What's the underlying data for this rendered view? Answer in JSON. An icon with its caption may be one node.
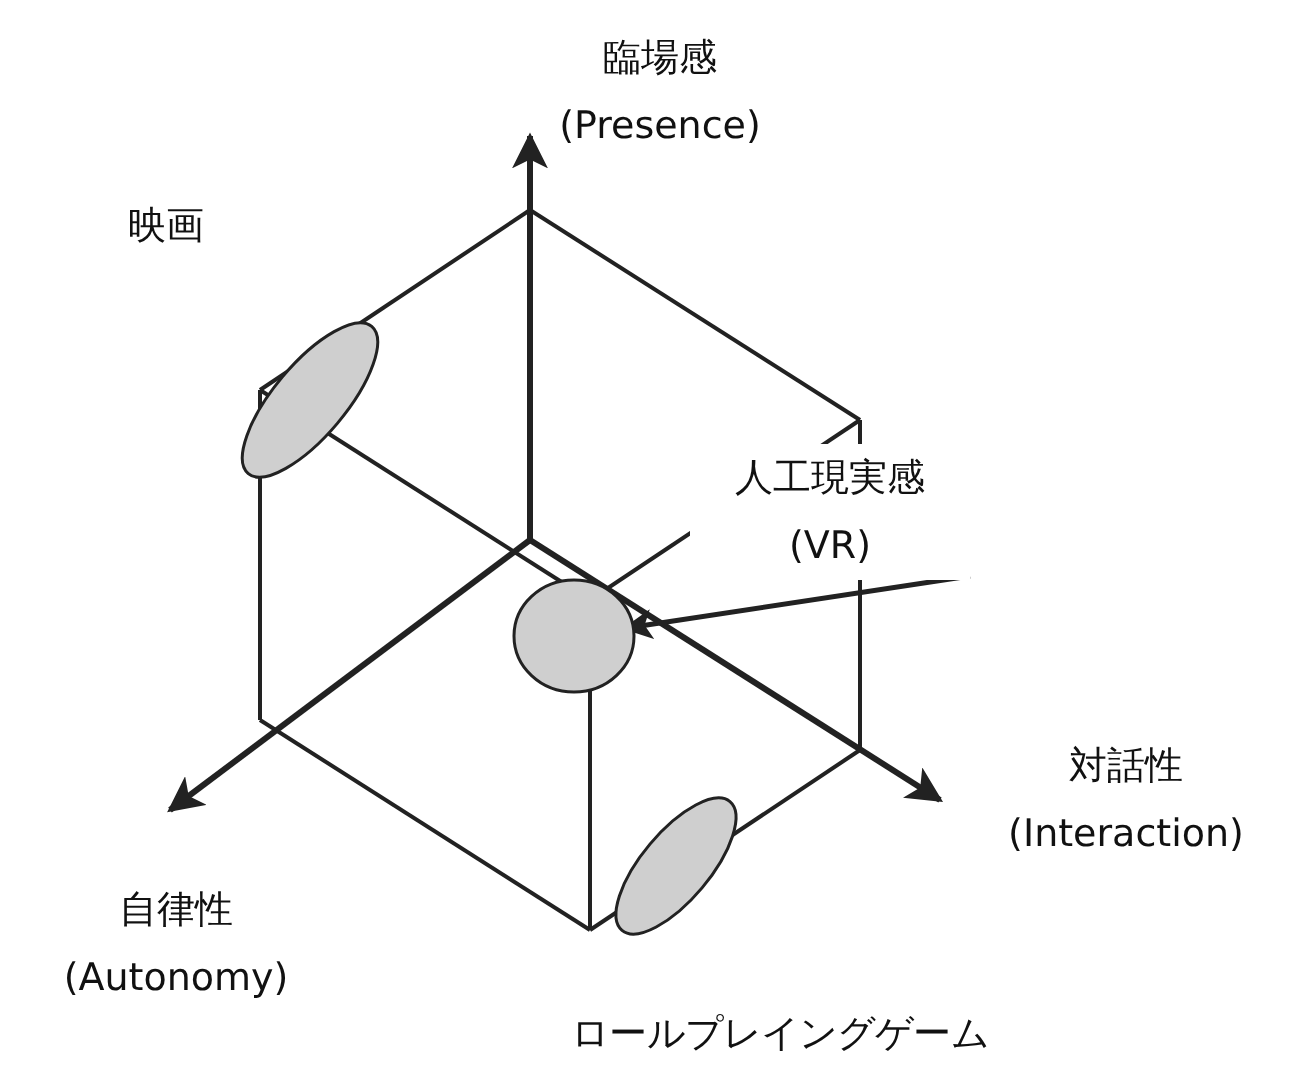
{
  "diagram": {
    "nodes": [
      {
        "text": [],
        "shape": "ellipse"
      },
      {
        "text": [
          "人工現実感 (VR)"
        ]
      },
      {
        "text": [],
        "shape": "ellipse"
      },
      {
        "text": [],
        "shape": "ellipse"
      }
    ],
    "edges": [
      {
        "from": 1,
        "to": 2,
        "arrow": "to"
      }
    ],
    "labels": [
      "臨場感 (Presence)",
      "映画",
      "対話性 (Interaction)",
      "自律性 (Autonomy)",
      "ロールプレイングゲーム"
    ]
  }
}
